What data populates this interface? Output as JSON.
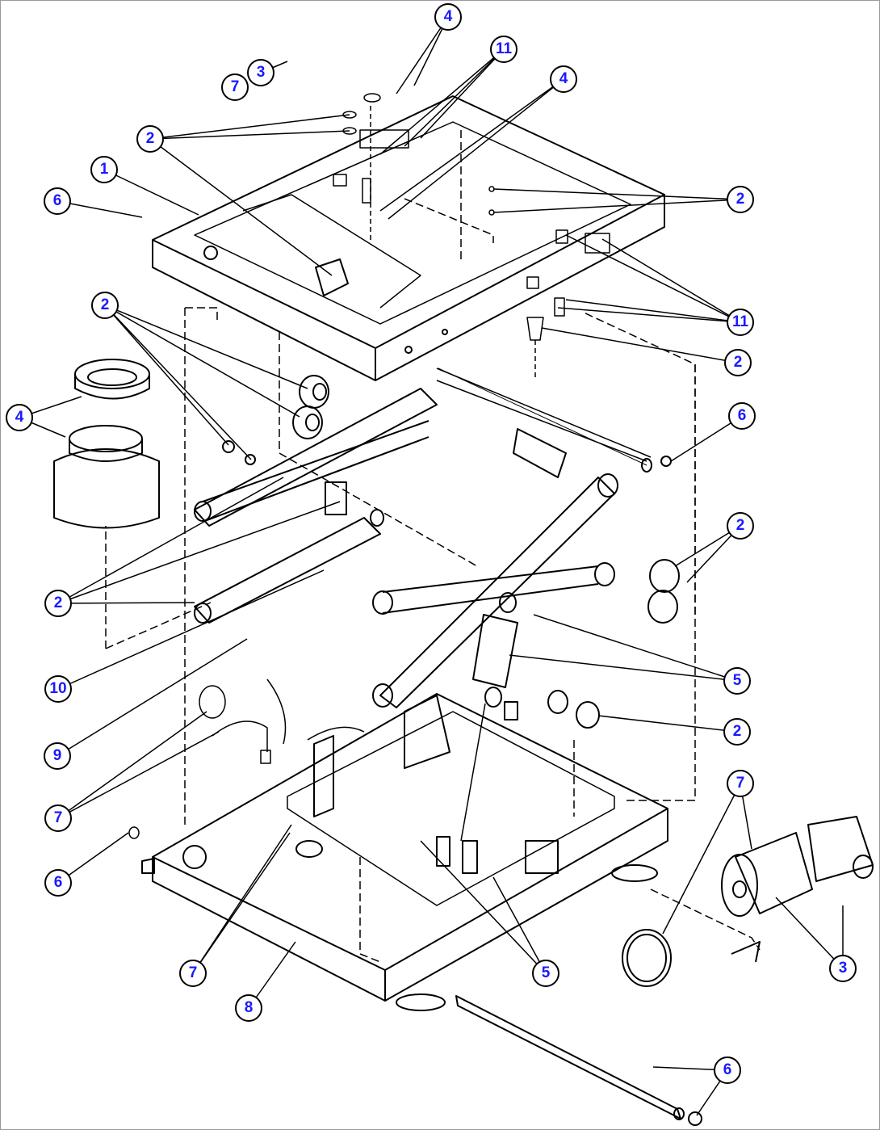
{
  "diagram": {
    "type": "exploded parts view",
    "callout_text_color": "#1a1aff",
    "line_color": "#000000",
    "callouts": [
      "4",
      "11",
      "3",
      "7",
      "4",
      "2",
      "1",
      "6",
      "2",
      "11",
      "2",
      "2",
      "4",
      "6",
      "2",
      "2",
      "5",
      "10",
      "2",
      "9",
      "7",
      "7",
      "6",
      "3",
      "7",
      "5",
      "8",
      "6"
    ]
  }
}
